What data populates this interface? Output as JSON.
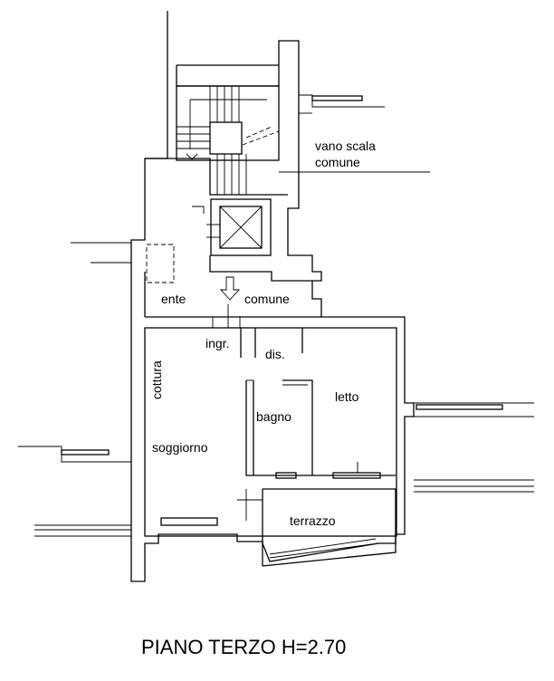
{
  "labels": {
    "vano_scala_line1": "vano scala",
    "vano_scala_line2": "comune",
    "ente": "ente",
    "comune": "comune",
    "ingr": "ingr.",
    "dis": "dis.",
    "cottura": "cottura",
    "letto": "letto",
    "bagno": "bagno",
    "soggiorno": "soggiorno",
    "terrazzo": "terrazzo"
  },
  "title": "PIANO TERZO H=2.70"
}
